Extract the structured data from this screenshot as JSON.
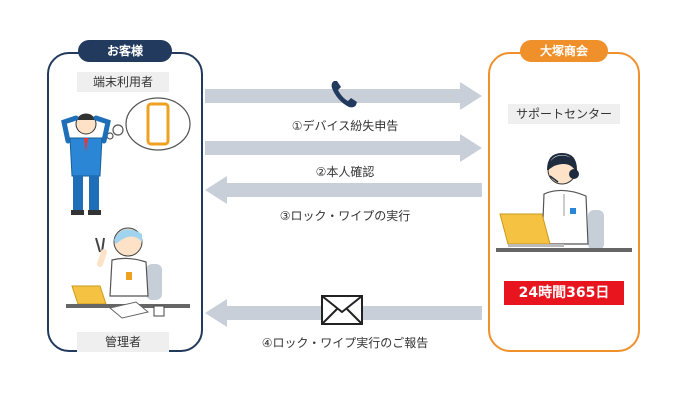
{
  "customer": {
    "title": "お客様",
    "end_user_label": "端末利用者",
    "admin_label": "管理者"
  },
  "otsuka": {
    "title": "大塚商会",
    "support_label": "サポートセンター",
    "hours": "24時間365日"
  },
  "steps": [
    {
      "label": "①デバイス紛失申告",
      "direction": "right",
      "icon": "phone-icon"
    },
    {
      "label": "②本人確認",
      "direction": "right"
    },
    {
      "label": "③ロック・ワイプの実行",
      "direction": "left"
    },
    {
      "label": "④ロック・ワイプ実行のご報告",
      "direction": "left",
      "icon": "envelope-icon"
    }
  ],
  "colors": {
    "navy": "#223a5e",
    "orange": "#f0902a",
    "arrow_gray": "#c9cfd9",
    "red": "#e8141e"
  }
}
